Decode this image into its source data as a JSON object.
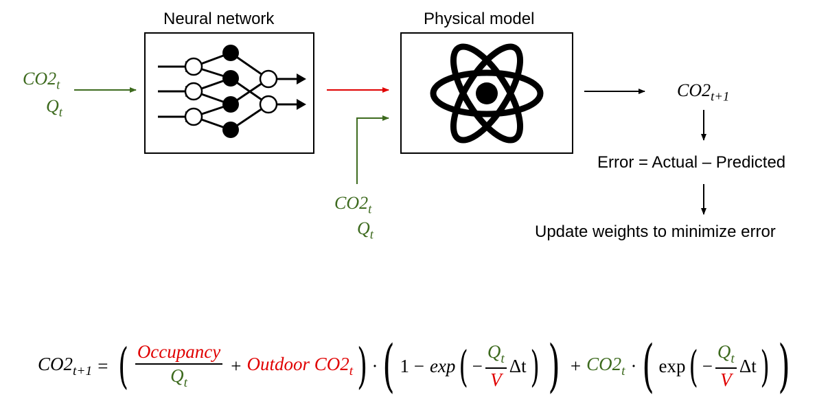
{
  "blocks": {
    "neural_network_title": "Neural network",
    "physical_model_title": "Physical model"
  },
  "inputs": {
    "top_left": {
      "var1": "CO2",
      "sub1": "t",
      "var2": "Q",
      "sub2": "t"
    },
    "bottom": {
      "var1": "CO2",
      "sub1": "t",
      "var2": "Q",
      "sub2": "t"
    }
  },
  "output": {
    "var": "CO2",
    "sub": "t+1"
  },
  "steps": {
    "error": "Error = Actual – Predicted",
    "update": "Update weights to minimize error"
  },
  "equation": {
    "lhs": "CO2",
    "lhs_sub": "t+1",
    "equals": "=",
    "occupancy": "Occupancy",
    "q": "Q",
    "t": "t",
    "plus": "+",
    "outdoor": "Outdoor CO2",
    "dot": "·",
    "one_minus": "1 −",
    "exp_italic": "exp",
    "exp": "exp",
    "minus": "−",
    "v": "V",
    "delta_t": "Δt",
    "co2": "CO2"
  },
  "colors": {
    "green": "#3d6a1e",
    "red": "#e00000",
    "black": "#000000"
  },
  "icons": {
    "neural_network": "neural-network-icon",
    "physical_model": "atom-icon"
  }
}
